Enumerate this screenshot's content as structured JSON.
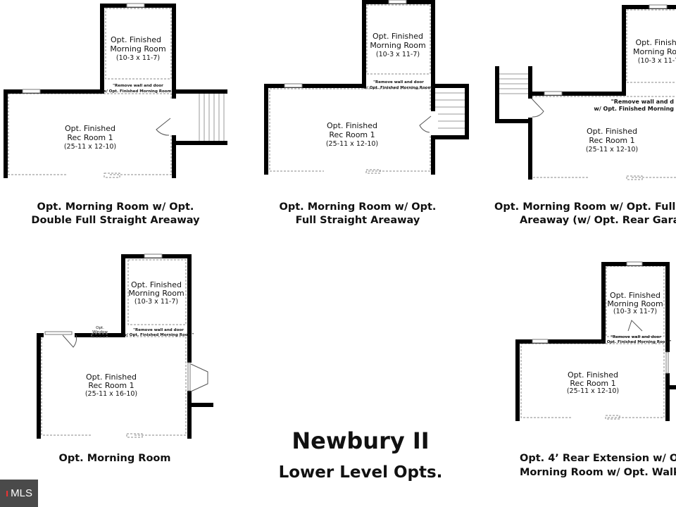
{
  "title": "Newbury II",
  "subtitle": "Lower Level Opts.",
  "watermark": "MLS",
  "plans": [
    {
      "morning": [
        "Opt. Finished",
        "Morning Room",
        "(10-3 x 11-7)"
      ],
      "note": [
        "\"Remove wall and door",
        "w/ Opt. Finished Morning Room\""
      ],
      "rec": [
        "Opt. Finished",
        "Rec Room 1",
        "(25-11 x 12-10)"
      ],
      "caption": [
        "Opt. Morning Room w/ Opt.",
        "Double Full Straight Areaway"
      ]
    },
    {
      "morning": [
        "Opt. Finished",
        "Morning Room",
        "(10-3 x 11-7)"
      ],
      "note": [
        "\"Remove wall and door",
        "w/ Opt. Finished Morning Room\""
      ],
      "rec": [
        "Opt. Finished",
        "Rec Room 1",
        "(25-11 x 12-10)"
      ],
      "caption": [
        "Opt. Morning Room w/ Opt.",
        "Full Straight Areaway"
      ]
    },
    {
      "morning": [
        "Opt. Finishe",
        "Morning Ro",
        "(10-3 x 11-7"
      ],
      "note": [
        "\"Remove wall and d",
        "w/ Opt. Finished Morning"
      ],
      "rec": [
        "Opt. Finished",
        "Rec Room 1",
        "(25-11 x 12-10)"
      ],
      "caption": [
        "Opt. Morning Room w/ Opt. Full",
        "Areaway (w/ Opt. Rear Gara"
      ]
    },
    {
      "morning": [
        "Opt. Finished",
        "Morning Room",
        "(10-3 x 11-7)"
      ],
      "note": [
        "\"Remove wall and door",
        "w/ Opt. Finished Morning Room\""
      ],
      "window": [
        "Opt.",
        "Window"
      ],
      "rec": [
        "Opt. Finished",
        "Rec Room 1",
        "(25-11 x 16-10)"
      ],
      "caption": [
        "Opt. Morning Room"
      ]
    },
    {
      "morning": [
        "Opt. Finished",
        "Morning Room",
        "(10-3 x 11-7)"
      ],
      "note": [
        "\"Remove wall and door",
        "w/ Opt. Finished Morning Room\""
      ],
      "rec": [
        "Opt. Finished",
        "Rec Room 1",
        "(25-11 x 12-10)"
      ],
      "caption": [
        "Opt. 4’ Rear Extension w/ O",
        "Morning Room w/ Opt. Walk"
      ]
    }
  ]
}
